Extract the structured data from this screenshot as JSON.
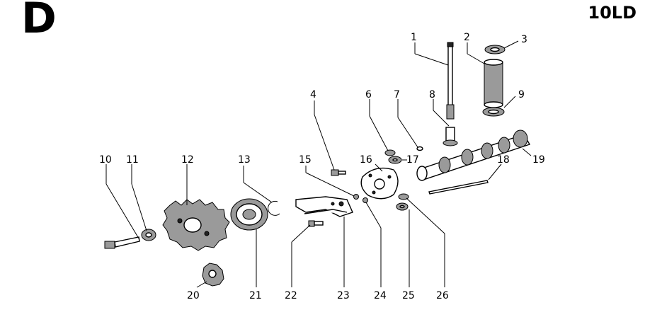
{
  "header": {
    "section_letter": "D",
    "model": "10LD"
  },
  "callouts": [
    "1",
    "2",
    "3",
    "4",
    "6",
    "7",
    "8",
    "9",
    "10",
    "11",
    "12",
    "13",
    "15",
    "16",
    "17",
    "18",
    "19",
    "20",
    "21",
    "22",
    "23",
    "24",
    "25",
    "26"
  ]
}
